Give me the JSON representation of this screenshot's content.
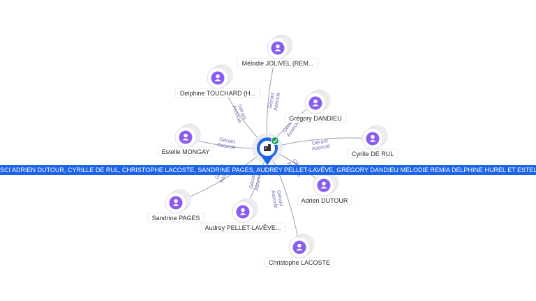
{
  "company": {
    "name": "SCI ADRIEN DUTOUR, CYRILLE DE RUL, CHRISTOPHE LACOSTE, SANDRINE PAGES, AUDREY PELLET-LAVÊVE, GREGORY DANDIEU MELODIE REMIA DELPHINE HUREL ET ESTELLE MONGAY",
    "icon": "building-icon",
    "status_icon": "check-badge-icon",
    "colors": {
      "banner": "#1d64e8",
      "pin": "#1d64e8",
      "status": "#22a05a",
      "person": "#8a5cf0"
    }
  },
  "relations": {
    "role_1": "Gérant",
    "role_2": "Associé"
  },
  "persons": [
    {
      "id": "melodie",
      "label": "Mélodie JOLIVEL (REM..."
    },
    {
      "id": "delphine",
      "label": "Delphine TOUCHARD (H..."
    },
    {
      "id": "gregory",
      "label": "Grégory DANDIEU"
    },
    {
      "id": "estelle",
      "label": "Estelle MONGAY"
    },
    {
      "id": "cyrille",
      "label": "Cyrille DE RUL"
    },
    {
      "id": "adrien",
      "label": "Adrien DUTOUR"
    },
    {
      "id": "sandrine",
      "label": "Sandrine PAGES"
    },
    {
      "id": "audrey",
      "label": "Audrey PELLET-LAVÊVE..."
    },
    {
      "id": "christophe",
      "label": "Christophe LACOSTE"
    }
  ]
}
